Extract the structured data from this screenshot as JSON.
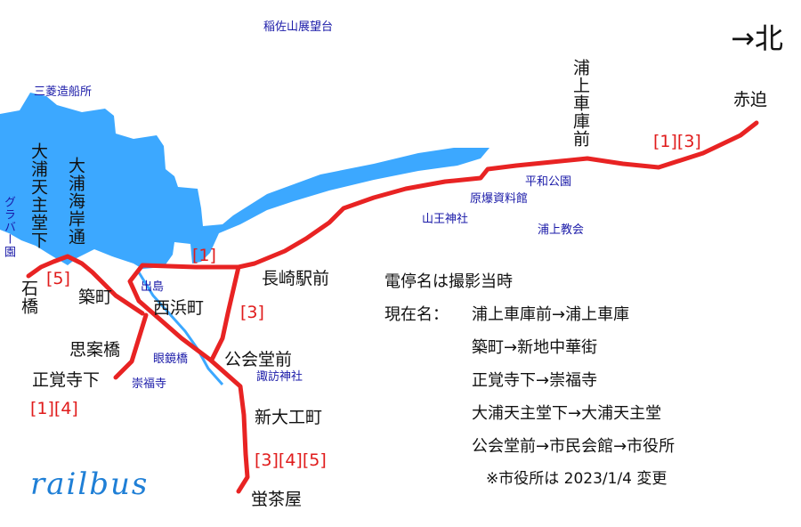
{
  "direction": "→北",
  "logo": "railbus",
  "colors": {
    "line": "#e82323",
    "water": "#3ca8ff",
    "landmark": "#1a1aa8",
    "route": "#e01b1b"
  },
  "stops": {
    "akasako": "赤迫",
    "uragami_shako_mae": "浦上車庫前",
    "nagasaki_ekimae": "長崎駅前",
    "nishihamanomachi": "西浜町",
    "tsukimachi": "築町",
    "shianbashi": "思案橋",
    "shokakujishita": "正覚寺下",
    "ishibashi": "石橋",
    "oura_tenshudo_shita": "大浦天主堂下",
    "oura_kaigan_dori": "大浦海岸通",
    "kokaido_mae": "公会堂前",
    "shindaikumachi": "新大工町",
    "hotarujaya": "蛍茶屋"
  },
  "routes": {
    "akasako": "[1][3]",
    "nagasaki_ekimae": "[1]",
    "kokaido": "[3]",
    "ishibashi": "[5]",
    "shokakuji": "[1][4]",
    "hotarujaya": "[3][4][5]"
  },
  "landmarks": {
    "inasayama": "稲佐山展望台",
    "mitsubishi": "三菱造船所",
    "glover": "グラバー園",
    "heiwa_koen": "平和公園",
    "genbaku": "原爆資料館",
    "sanno": "山王神社",
    "urakami_church": "浦上教会",
    "dejima": "出島",
    "meganebashi": "眼鏡橋",
    "sofukuji": "崇福寺",
    "suwa": "諏訪神社"
  },
  "notes": {
    "title": "電停名は撮影当時",
    "current_label": "現在名：",
    "line1": "浦上車庫前→浦上車庫",
    "line2": "築町→新地中華街",
    "line3": "正覚寺下→崇福寺",
    "line4": "大浦天主堂下→大浦天主堂",
    "line5": "公会堂前→市民会館→市役所",
    "line6": "※市役所は 2023/1/4 変更"
  }
}
